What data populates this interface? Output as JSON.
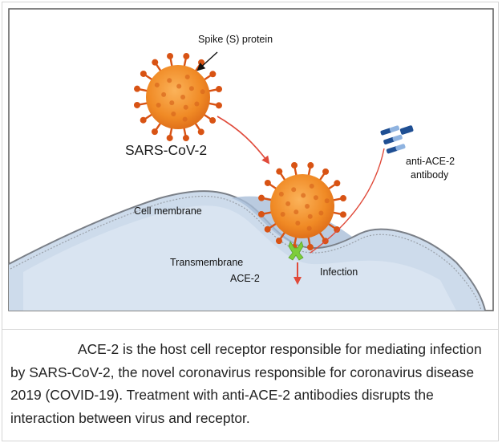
{
  "diagram": {
    "labels": {
      "spike_protein": "Spike (S) protein",
      "virus_name": "SARS-CoV-2",
      "antibody_line1": "anti-ACE-2",
      "antibody_line2": "antibody",
      "cell_membrane": "Cell membrane",
      "receptor_line1": "Transmembrane",
      "receptor_line2": "ACE-2",
      "infection": "Infection"
    },
    "colors": {
      "virus_body": "#f08a25",
      "virus_spike": "#d85314",
      "cell_fill": "#cfdcec",
      "cell_outline": "#7a7f87",
      "arrow": "#e04a3a",
      "receptor": "#7dcd3a",
      "antibody": "#1f4f93"
    }
  },
  "caption": {
    "text": "ACE-2 is the host cell receptor responsible for mediating infection by SARS-CoV-2, the novel coronavirus responsible for coronavirus disease 2019 (COVID-19). Treatment with anti-ACE-2 antibodies disrupts the interaction between virus and receptor."
  }
}
